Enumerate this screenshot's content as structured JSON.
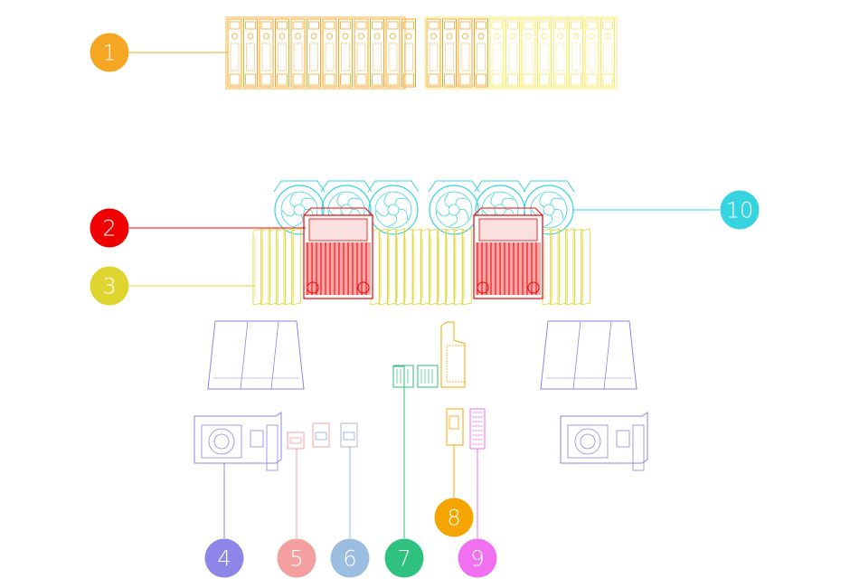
{
  "colors": {
    "drive": "#f5a623",
    "drive_alt": "#f8e85a",
    "cpu": "#f00000",
    "memory": "#e0d530",
    "psu": "#8d85e8",
    "usb": "#f5a0a0",
    "lan": "#9bbde0",
    "m2": "#2ec27e",
    "riser": "#f5a500",
    "pcie": "#f070f0",
    "fan": "#35d4e0",
    "callout_text": "#ffffff"
  },
  "callouts": [
    {
      "id": "drives",
      "number": "1",
      "color_key": "drive"
    },
    {
      "id": "cpu",
      "number": "2",
      "color_key": "cpu"
    },
    {
      "id": "memory",
      "number": "3",
      "color_key": "memory"
    },
    {
      "id": "psu",
      "number": "4",
      "color_key": "psu"
    },
    {
      "id": "usb",
      "number": "5",
      "color_key": "usb"
    },
    {
      "id": "lan",
      "number": "6",
      "color_key": "lan"
    },
    {
      "id": "m2",
      "number": "7",
      "color_key": "m2"
    },
    {
      "id": "riser",
      "number": "8",
      "color_key": "riser"
    },
    {
      "id": "pcie",
      "number": "9",
      "color_key": "pcie"
    },
    {
      "id": "fans",
      "number": "10",
      "color_key": "fan"
    }
  ],
  "components": {
    "drive_bays_active": 16,
    "drive_bays_empty": 8,
    "fan_count": 6,
    "cpu_count": 2,
    "psu_count": 2
  }
}
